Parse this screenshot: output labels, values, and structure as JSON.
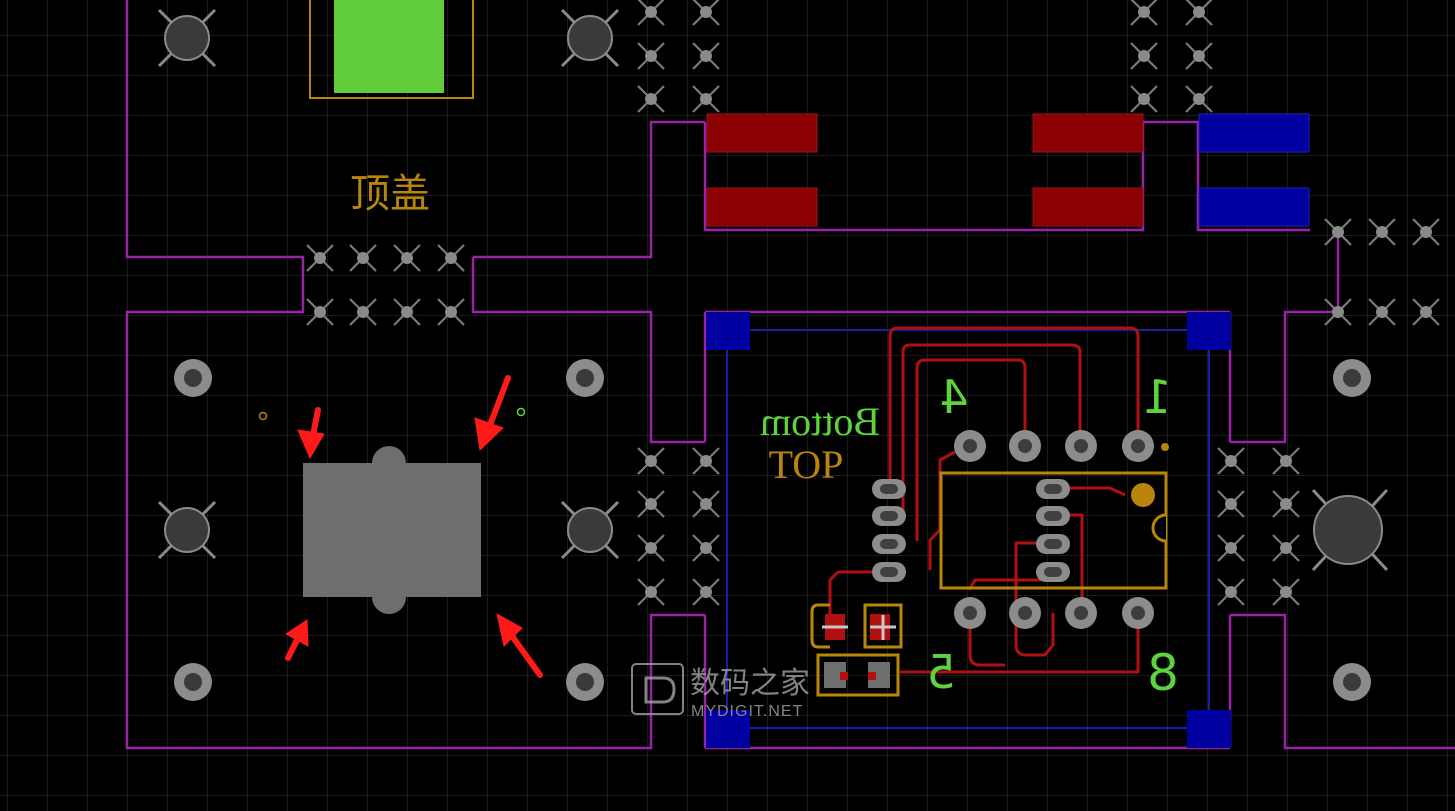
{
  "labels": {
    "top_cover": "顶盖",
    "bottom": "Bottom",
    "top": "TOP",
    "pin_4": "4",
    "pin_1": "1",
    "pin_5": "5",
    "pin_8": "8"
  },
  "watermark": {
    "site_name": "数码之家",
    "site_url": "MYDIGIT.NET"
  },
  "colors": {
    "background": "#000000",
    "grid": "#2e2e2e",
    "board_outline": "#9b22a8",
    "top_layer_pad": "#8b0000",
    "bottom_layer_pad": "#0000a0",
    "via": "#8c8c8c",
    "overlay_silk": "#b8860b",
    "bottom_silk": "#5dd33d",
    "annotation_arrow": "#ff1a1a"
  }
}
